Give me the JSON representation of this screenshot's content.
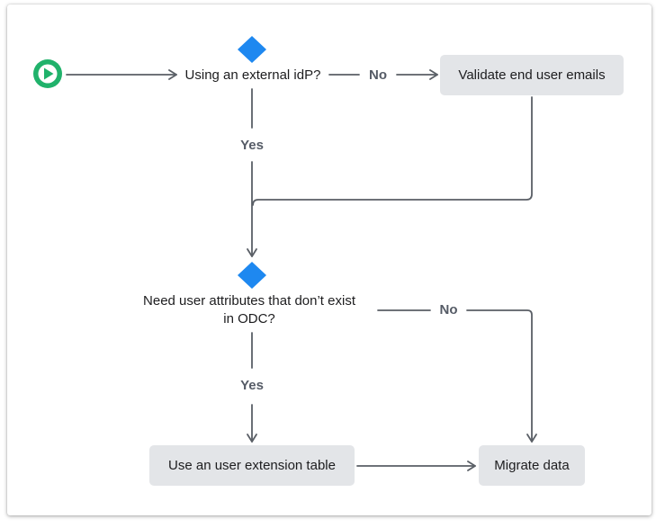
{
  "colors": {
    "start": "#20b26b",
    "diamond": "#1e88f0",
    "box_fill": "#e3e5e8",
    "line": "#5a5f66",
    "edge_label": "#555b66"
  },
  "icons": {
    "start": "play-icon",
    "decision": "diamond-icon"
  },
  "nodes": {
    "decision1": "Using an external idP?",
    "validate": "Validate end user emails",
    "decision2_line1": "Need user attributes that don’t exist",
    "decision2_line2": "in ODC?",
    "extension": "Use an user extension table",
    "migrate": "Migrate data"
  },
  "edges": {
    "d1_no": "No",
    "d1_yes": "Yes",
    "d2_no": "No",
    "d2_yes": "Yes"
  }
}
